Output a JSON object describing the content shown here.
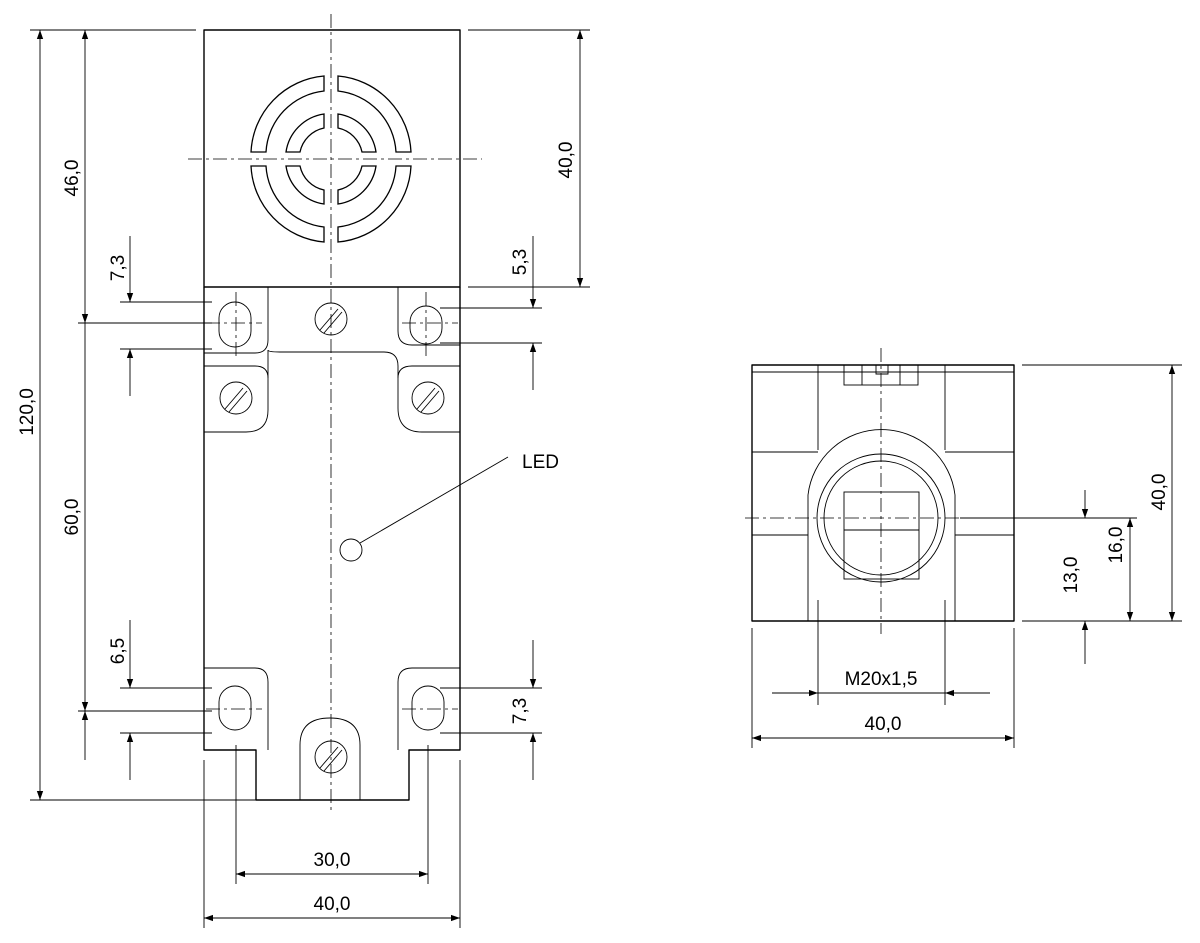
{
  "labels": {
    "led": "LED",
    "thread": "M20x1,5"
  },
  "dimensions": {
    "total_length": "120,0",
    "head_length": "46,0",
    "hole_spacing": "60,0",
    "upper_hole_offset": "7,3",
    "lower_hole_offset": "6,5",
    "face_height": "40,0",
    "face_offset": "5,3",
    "lower_right_offset": "7,3",
    "hole_pitch": "30,0",
    "front_width": "40,0",
    "side_height": "40,0",
    "axis_height_16": "16,0",
    "axis_height_13": "13,0",
    "side_width": "40,0"
  }
}
